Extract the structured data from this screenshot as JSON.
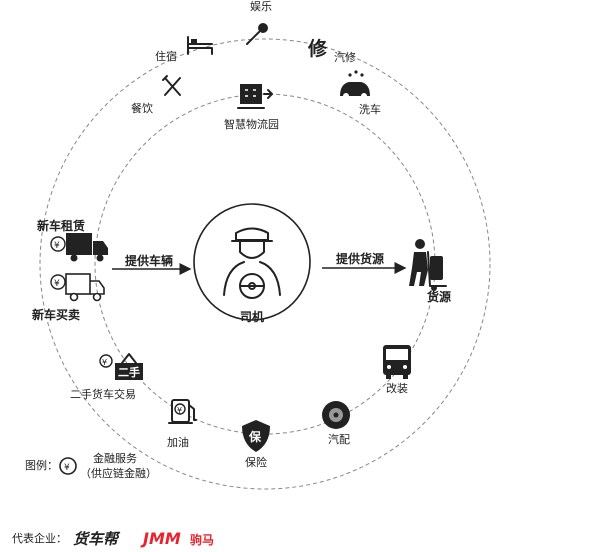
{
  "center": {
    "label": "司机"
  },
  "arrows": {
    "left_label": "提供车辆",
    "right_label": "提供货源"
  },
  "outer_ring": [
    {
      "label": "娱乐",
      "icon": "microphone-icon"
    },
    {
      "label": "住宿",
      "icon": "bed-icon"
    },
    {
      "label": "餐饮",
      "icon": "fork-knife-icon"
    },
    {
      "label": "汽修",
      "icon": "wrench-icon"
    },
    {
      "label": "洗车",
      "icon": "car-wash-icon"
    }
  ],
  "inner_ring": [
    {
      "label": "智慧物流园",
      "icon": "logistics-park-icon"
    }
  ],
  "left_items": [
    {
      "label": "新车租赁",
      "icon": "truck-finance-icon"
    },
    {
      "label": "新车买卖",
      "icon": "truck-finance-icon"
    }
  ],
  "right_items": [
    {
      "label": "货源",
      "icon": "porter-icon"
    }
  ],
  "bottom_ring": [
    {
      "label": "二手货车交易",
      "icon": "second-hand-sign-icon",
      "sign_text": "二手"
    },
    {
      "label": "加油",
      "icon": "fuel-pump-icon"
    },
    {
      "label": "保险",
      "icon": "shield-icon",
      "badge_text": "保"
    },
    {
      "label": "汽配",
      "icon": "tire-icon"
    },
    {
      "label": "改装",
      "icon": "bus-icon"
    }
  ],
  "legend": {
    "prefix": "图例：",
    "line1": "金融服务",
    "line2": "（供应链金融）",
    "icon": "yuan-coin-icon"
  },
  "footer": {
    "label": "代表企业：",
    "company1": "货车帮",
    "company2_logo": "JMM",
    "company2_text": "驹马",
    "brand_color": "#e8232d"
  }
}
